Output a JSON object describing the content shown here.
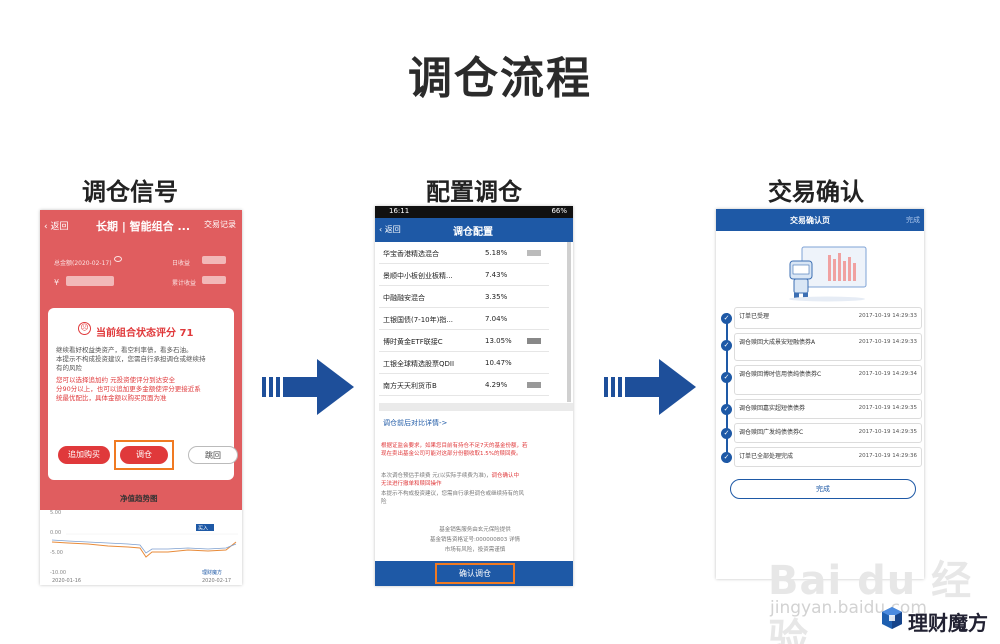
{
  "title": "调仓流程",
  "steps": [
    {
      "label": "调仓信号"
    },
    {
      "label": "配置调仓"
    },
    {
      "label": "交易确认"
    }
  ],
  "phone1": {
    "back": "‹ 返回",
    "header_title": "长期 | 智能组合 ...",
    "record": "交易记录",
    "asset_label": "总金额(2020-02-17)",
    "yield_label": "日收益",
    "cum_label": "累计收益",
    "currency": "¥",
    "score_title": "当前组合状态评分 71",
    "text_lines": [
      "继续看好权益类资产，看空利率债，看多石油。",
      "本提示不构成投资建议，您需自行承担调仓或继续持",
      "有的风险"
    ],
    "red_lines": [
      "您可以选择追加约              元投资使评分到达安全",
      "分90分以上，也可以追加更多金额使评分更接近系",
      "统最优配比，具体金额以购买页面为准"
    ],
    "btn_add": "追加购买",
    "btn_adjust": "调仓",
    "btn_ignore": "跳回",
    "chart_title": "净值趋势图",
    "y_ticks": [
      "5.00",
      "0.00",
      "-5.00",
      "-10.00"
    ],
    "x_start": "2020-01-16",
    "x_end": "2020-02-17",
    "buy_tag": "买入",
    "logo_small": "理财魔方"
  },
  "phone2": {
    "time": "16:11",
    "status_right": "66%",
    "back": "‹ 返回",
    "header_title": "调仓配置",
    "funds": [
      {
        "name": "华宝香港精选混合",
        "pct": "5.18%"
      },
      {
        "name": "景顺中小板创业板精...",
        "pct": "7.43%"
      },
      {
        "name": "中融融安混合",
        "pct": "3.35%"
      },
      {
        "name": "工银国债(7-10年)指...",
        "pct": "7.04%"
      },
      {
        "name": "博时黄金ETF联接C",
        "pct": "13.05%"
      },
      {
        "name": "工银全球精选股票QDII",
        "pct": "10.47%"
      },
      {
        "name": "南方天天利货币B",
        "pct": "4.29%"
      }
    ],
    "compare_link": "调仓前后对比详情->",
    "warn_lines": [
      "根据证监会要求，如果您目前有持仓不足7天的基金份额，若",
      "现在卖出基金公司可能对这部分份额收取1.5%的赎回费。"
    ],
    "fee_line": "本次调仓预估手续费        元(以实际手续费为准)，",
    "fee_red": "调仓确认中",
    "fee_red2": "无法进行撤单和赎回操作",
    "disclaimer": [
      "本提示不构成投资建议，您需自行承担调仓或继续持有的风",
      "险"
    ],
    "service_lines": [
      "基金销售服务由玄元保险提供",
      "基金销售资格证号:000000803 详情",
      "市场有风险，投资需谨慎"
    ],
    "confirm": "确认调仓"
  },
  "phone3": {
    "header_title": "交易确认页",
    "done": "完成",
    "items": [
      {
        "name": "订单已受理",
        "time": "2017-10-19 14:29:33"
      },
      {
        "name": "调仓赎回大成景安短融债券A",
        "time": "2017-10-19 14:29:33"
      },
      {
        "name": "调仓赎回博时信用债纯债债券C",
        "time": "2017-10-19 14:29:34"
      },
      {
        "name": "调仓赎回嘉实超短债债券",
        "time": "2017-10-19 14:29:35"
      },
      {
        "name": "调仓赎回广发纯债债券C",
        "time": "2017-10-19 14:29:35"
      },
      {
        "name": "订单已全部处理完成",
        "time": "2017-10-19 14:29:36"
      }
    ],
    "done_btn": "完成"
  },
  "watermark": {
    "big": "Bai du 经验",
    "url": "jingyan.baidu.com",
    "brand": "理财魔方"
  }
}
